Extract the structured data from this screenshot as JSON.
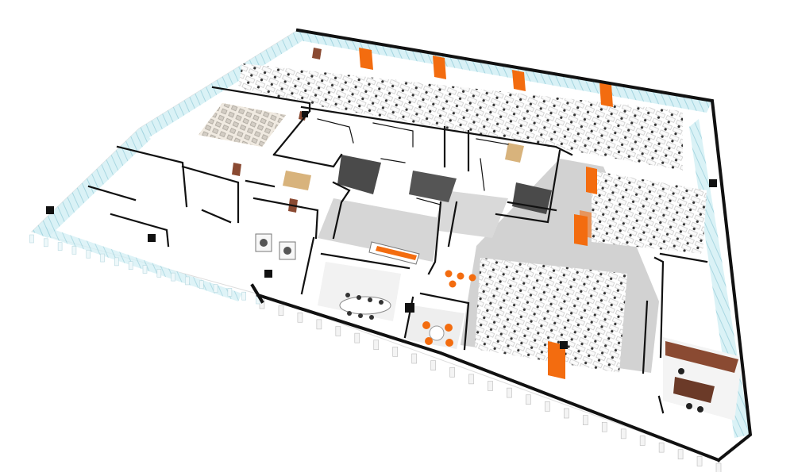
{
  "colors": {
    "background": "#ffffff",
    "wall": "#111111",
    "floor_white": "#ffffff",
    "floor_gray": "#d0d0d0",
    "floor_dark": "#4a4a4a",
    "glass": "#cfeef4",
    "accent_orange": "#f36c0f",
    "wood": "#8a4a32",
    "wood_light": "#d8b37c"
  },
  "zones": {
    "open_office_north_desks": 12,
    "open_office_east_desks": 8,
    "open_office_south_desks": 6,
    "orange_storage_units": 8
  }
}
